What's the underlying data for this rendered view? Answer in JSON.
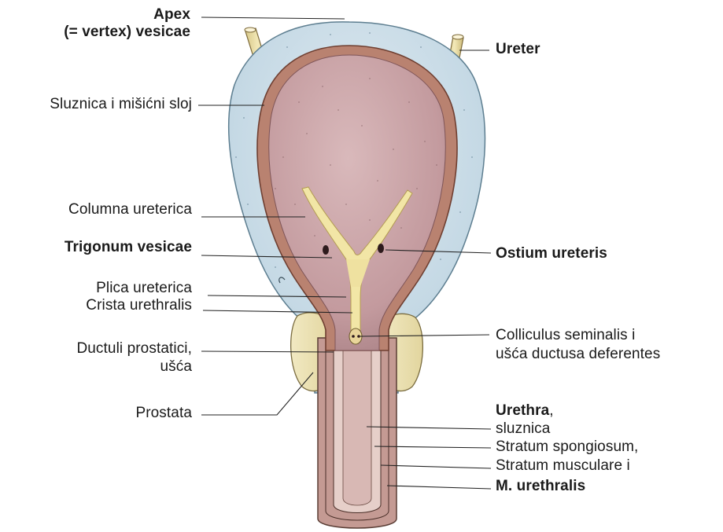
{
  "labels": {
    "apex_title": "Apex",
    "apex_sub": "(= vertex) vesicae",
    "ureter": "Ureter",
    "sluznica_sloj": "Sluznica i mišićni sloj",
    "columna": "Columna ureterica",
    "trigonum": "Trigonum vesicae",
    "ostium": "Ostium ureteris",
    "plica": "Plica ureterica",
    "crista": "Crista urethralis",
    "ductuli_1": "Ductuli prostatici,",
    "ductuli_2": "ušća",
    "colliculus_1": "Colliculus seminalis i",
    "colliculus_2": "ušća ductusa deferentes",
    "prostata": "Prostata",
    "urethra_bold": "Urethra",
    "urethra_comma": ",",
    "sluznica": "sluznica",
    "stratum_spong": "Stratum spongiosum,",
    "stratum_musc": "Stratum musculare i",
    "m_urethralis": "M. urethralis"
  },
  "colors": {
    "serosa": "#c9dde8",
    "muscle_rim": "#b07a6a",
    "mucosa": "#c8a3a5",
    "prostate": "#ece3b6",
    "trigone": "#f1e7a8",
    "leader": "#222222"
  }
}
